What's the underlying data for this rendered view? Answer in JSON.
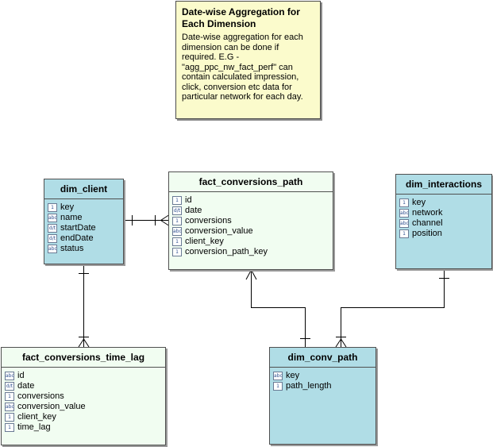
{
  "note": {
    "title": "Date-wise Aggregation for Each Dimension",
    "body": "Date-wise aggregation for each dimension can be done if required. E.G - \"agg_ppc_nw_fact_perf\" can contain calculated impression, click, conversion etc data for particular network for each day."
  },
  "entities": {
    "dim_client": {
      "name": "dim_client",
      "fields": [
        {
          "name": "key",
          "type": "integer-icon",
          "glyph": "1"
        },
        {
          "name": "name",
          "type": "text-icon",
          "glyph": "abc"
        },
        {
          "name": "startDate",
          "type": "date-icon",
          "glyph": "d/t"
        },
        {
          "name": "endDate",
          "type": "date-icon",
          "glyph": "d/t"
        },
        {
          "name": "status",
          "type": "text-icon",
          "glyph": "abc"
        }
      ]
    },
    "fact_conversions_path": {
      "name": "fact_conversions_path",
      "fields": [
        {
          "name": "id",
          "type": "integer-icon",
          "glyph": "1"
        },
        {
          "name": "date",
          "type": "date-icon",
          "glyph": "d/t"
        },
        {
          "name": "conversions",
          "type": "integer-icon",
          "glyph": "1"
        },
        {
          "name": "conversion_value",
          "type": "text-icon",
          "glyph": "abc"
        },
        {
          "name": "client_key",
          "type": "integer-icon",
          "glyph": "1"
        },
        {
          "name": "conversion_path_key",
          "type": "integer-icon",
          "glyph": "1"
        }
      ]
    },
    "dim_interactions": {
      "name": "dim_interactions",
      "fields": [
        {
          "name": "key",
          "type": "integer-icon",
          "glyph": "1"
        },
        {
          "name": "network",
          "type": "text-icon",
          "glyph": "abc"
        },
        {
          "name": "channel",
          "type": "text-icon",
          "glyph": "abc"
        },
        {
          "name": "position",
          "type": "integer-icon",
          "glyph": "1"
        }
      ]
    },
    "fact_conversions_time_lag": {
      "name": "fact_conversions_time_lag",
      "fields": [
        {
          "name": "id",
          "type": "text-icon",
          "glyph": "abc"
        },
        {
          "name": "date",
          "type": "date-icon",
          "glyph": "d/t"
        },
        {
          "name": "conversions",
          "type": "integer-icon",
          "glyph": "1"
        },
        {
          "name": "conversion_value",
          "type": "text-icon",
          "glyph": "abc"
        },
        {
          "name": "client_key",
          "type": "integer-icon",
          "glyph": "1"
        },
        {
          "name": "time_lag",
          "type": "integer-icon",
          "glyph": "1"
        }
      ]
    },
    "dim_conv_path": {
      "name": "dim_conv_path",
      "fields": [
        {
          "name": "key",
          "type": "text-icon",
          "glyph": "abc"
        },
        {
          "name": "path_length",
          "type": "integer-icon",
          "glyph": "1"
        }
      ]
    }
  },
  "colors": {
    "dimension_fill": "#b0dde6",
    "fact_fill": "#f1fdf1",
    "note_fill": "#fbfbcc",
    "line": "#000000"
  }
}
